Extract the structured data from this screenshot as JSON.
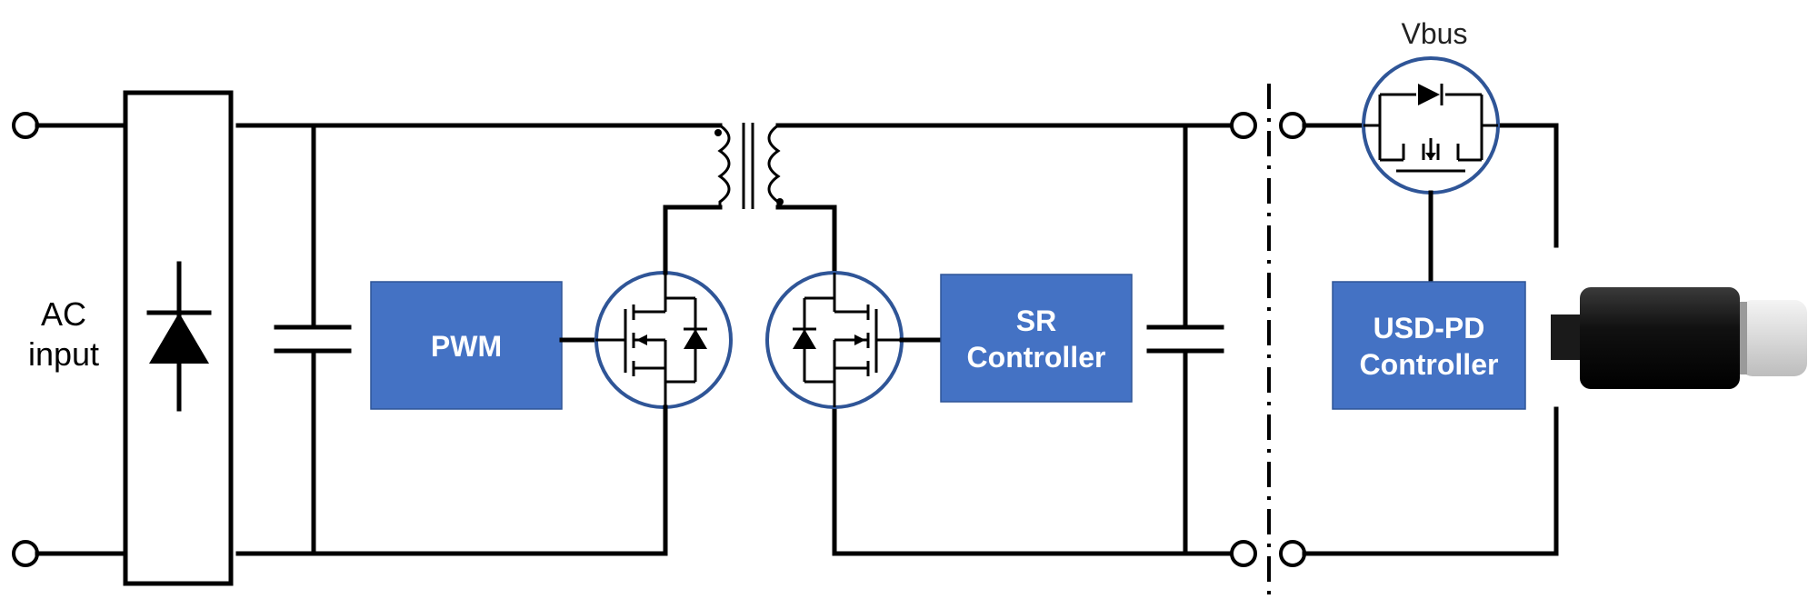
{
  "labels": {
    "ac_line1": "AC",
    "ac_line2": "input",
    "vbus": "Vbus"
  },
  "blocks": {
    "pwm": "PWM",
    "sr_line1": "SR",
    "sr_line2": "Controller",
    "usbpd_line1": "USD-PD",
    "usbpd_line2": "Controller"
  },
  "colors": {
    "block_fill": "#4472c4",
    "ring_stroke": "#2f5597",
    "wire": "#000000"
  },
  "icons": [
    "bridge-rectifier-icon",
    "capacitor-icon",
    "transformer-icon",
    "nmos-icon",
    "usb-c-plug-icon"
  ]
}
